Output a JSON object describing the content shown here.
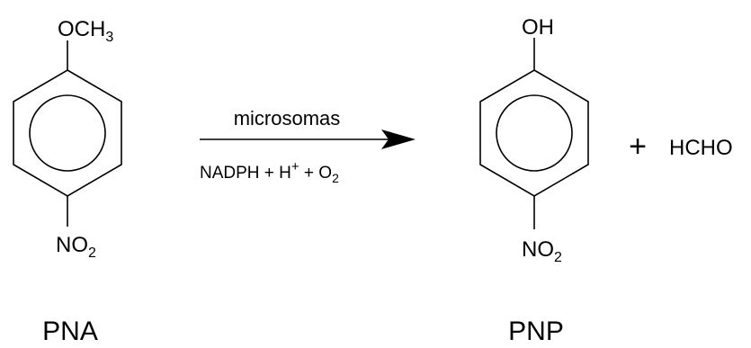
{
  "reactant": {
    "substituent_top": {
      "main": "OCH",
      "sub": "3"
    },
    "substituent_bottom": {
      "main": "NO",
      "sub": "2"
    },
    "label": "PNA"
  },
  "arrow": {
    "above": "microsomas",
    "below": {
      "part1": "NADPH + H",
      "sup": "+",
      "part2": " + O",
      "sub": "2"
    }
  },
  "product": {
    "substituent_top": "OH",
    "substituent_bottom": {
      "main": "NO",
      "sub": "2"
    },
    "label": "PNP"
  },
  "plus": "+",
  "byproduct": "HCHO"
}
